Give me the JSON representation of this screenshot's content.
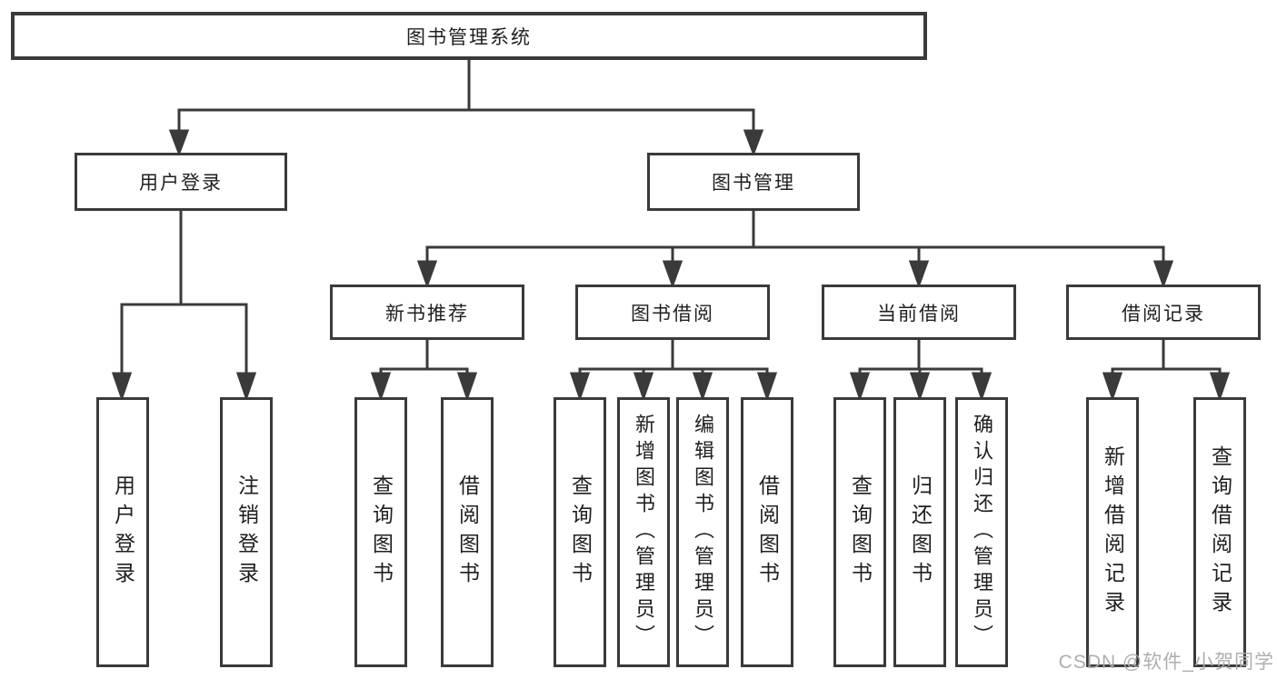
{
  "tree": {
    "root": {
      "label": "图书管理系统"
    },
    "children": [
      {
        "label": "用户登录",
        "children": [
          {
            "label": "用户登录"
          },
          {
            "label": "注销登录"
          }
        ]
      },
      {
        "label": "图书管理",
        "children": [
          {
            "label": "新书推荐",
            "children": [
              {
                "label": "查询图书"
              },
              {
                "label": "借阅图书"
              }
            ]
          },
          {
            "label": "图书借阅",
            "children": [
              {
                "label": "查询图书"
              },
              {
                "label": "新增图书（管理员）"
              },
              {
                "label": "编辑图书（管理员）"
              },
              {
                "label": "借阅图书"
              }
            ]
          },
          {
            "label": "当前借阅",
            "children": [
              {
                "label": "查询图书"
              },
              {
                "label": "归还图书"
              },
              {
                "label": "确认归还（管理员）"
              }
            ]
          },
          {
            "label": "借阅记录",
            "children": [
              {
                "label": "新增借阅记录"
              },
              {
                "label": "查询借阅记录"
              }
            ]
          }
        ]
      }
    ]
  },
  "watermark": "CSDN @软件_小贺同学",
  "colors": {
    "line": "#3a3a3a",
    "text": "#1f1f1f",
    "background": "#ffffff",
    "watermark": "#aaaaaa"
  }
}
